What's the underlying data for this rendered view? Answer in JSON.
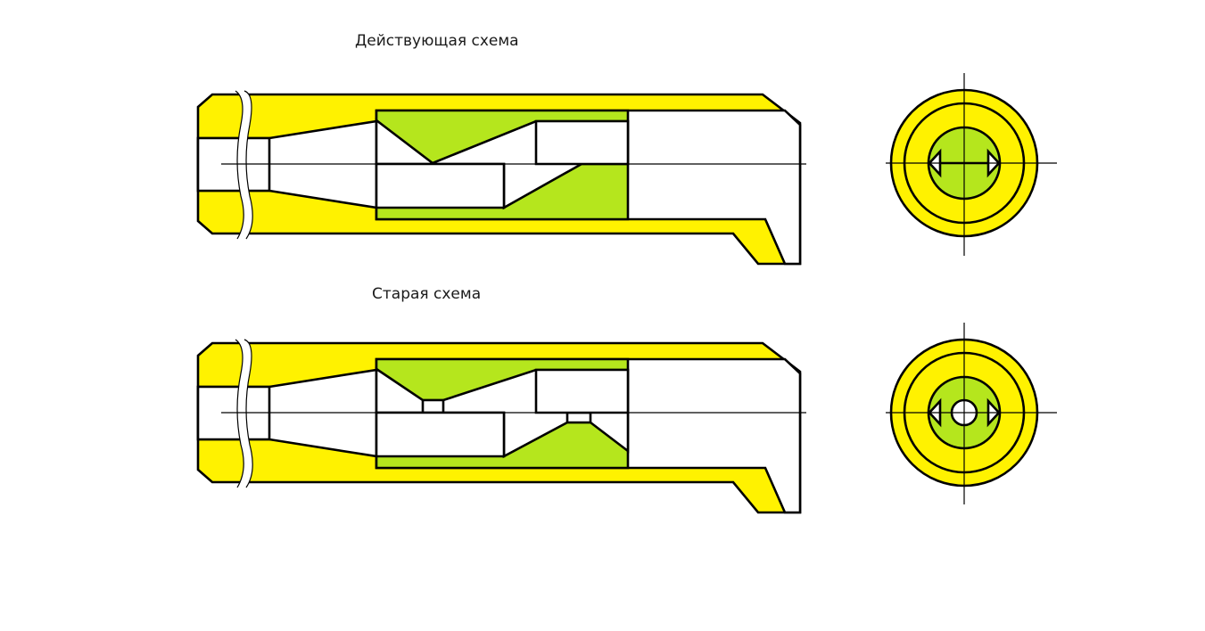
{
  "diagrams": [
    {
      "title": "Действующая схема",
      "variant": "current"
    },
    {
      "title": "Старая схема",
      "variant": "old"
    }
  ],
  "colors": {
    "body_fill": "#fff200",
    "insert_fill": "#b5e61d",
    "line": "#000000",
    "background": "#ffffff"
  }
}
